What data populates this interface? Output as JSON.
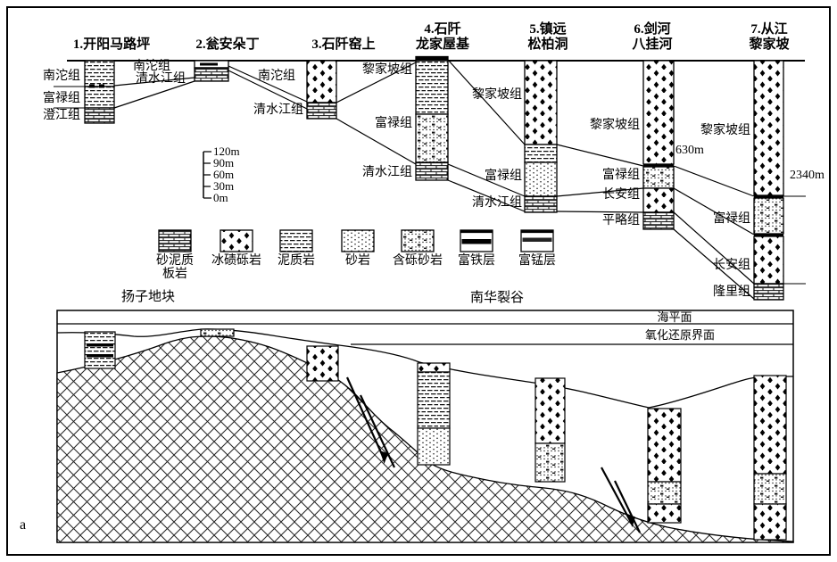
{
  "figure": {
    "panel_letter": "a",
    "top_panel": {
      "columns": [
        {
          "title": "1.开阳马路坪",
          "units": [
            "南沱组",
            "富禄组",
            "澄江组"
          ]
        },
        {
          "title": "2.瓮安朵丁",
          "units": [
            "南沱组",
            "清水江组"
          ]
        },
        {
          "title": "3.石阡窑上",
          "units": [
            "南沱组",
            "清水江组"
          ]
        },
        {
          "title": "4.石阡\n龙家屋基",
          "units": [
            "黎家坡组",
            "富禄组",
            "清水江组"
          ]
        },
        {
          "title": "5.镇远\n松柏洞",
          "units": [
            "黎家坡组",
            "富禄组",
            "清水江组"
          ]
        },
        {
          "title": "6.剑河\n八挂河",
          "units": [
            "黎家坡组",
            "富禄组",
            "长安组",
            "平略组"
          ],
          "thickness": "630m"
        },
        {
          "title": "7.从江\n黎家坡",
          "units": [
            "黎家坡组",
            "富禄组",
            "长安组",
            "隆里组"
          ],
          "thickness": "2340m"
        }
      ],
      "scale_ticks": [
        "120m",
        "90m",
        "60m",
        "30m",
        "0m"
      ]
    },
    "legend": {
      "items": [
        {
          "label": "砂泥质\n板岩",
          "pattern": "sandy-mud-slate"
        },
        {
          "label": "冰碛砾岩",
          "pattern": "glacial-diamictite"
        },
        {
          "label": "泥质岩",
          "pattern": "mudstone"
        },
        {
          "label": "砂岩",
          "pattern": "sandstone"
        },
        {
          "label": "含砾砂岩",
          "pattern": "pebbly-sandstone"
        },
        {
          "label": "富铁层",
          "pattern": "iron-rich-layer"
        },
        {
          "label": "富锰层",
          "pattern": "manganese-rich-layer"
        }
      ]
    },
    "bottom_panel": {
      "left_region": "扬子地块",
      "right_region": "南华裂谷",
      "sea_level": "海平面",
      "redox_interface": "氧化还原界面"
    },
    "colors": {
      "ink": "#000000",
      "paper": "#ffffff"
    }
  }
}
